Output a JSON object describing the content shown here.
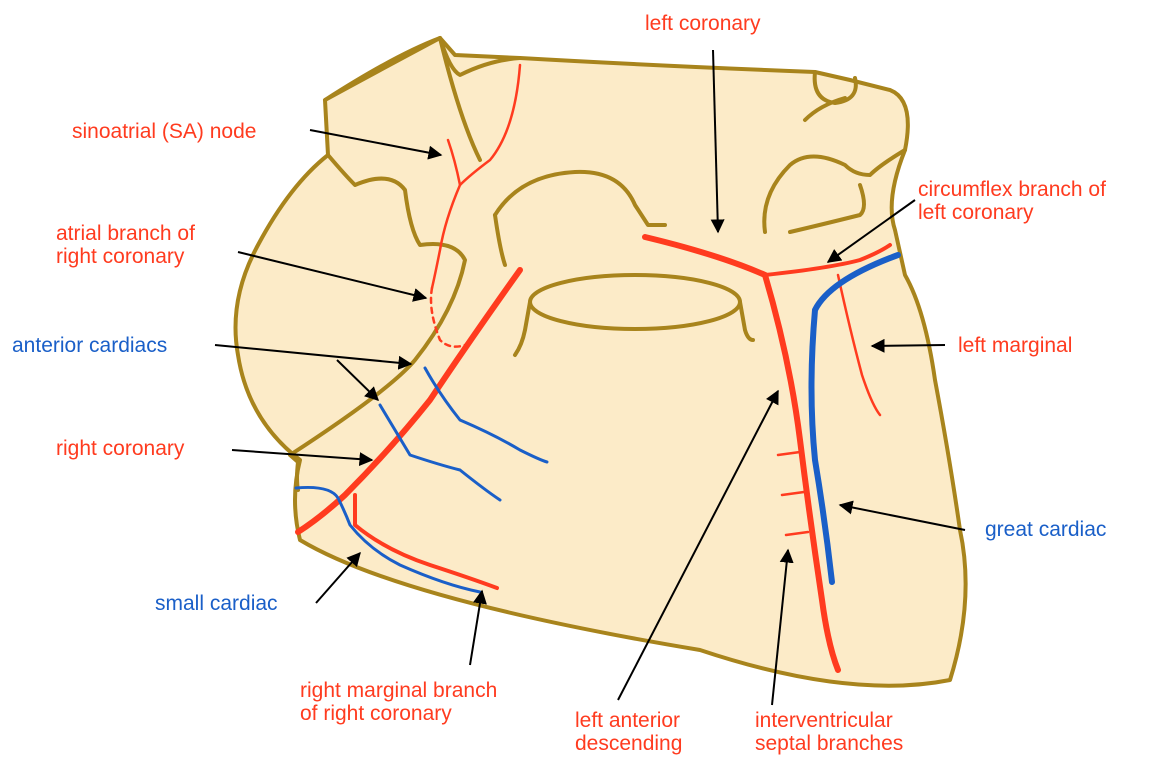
{
  "colors": {
    "artery": "#FF3B1F",
    "vein": "#1A5FC8",
    "outline": "#A8841C",
    "fill": "#FCEBC8",
    "pointer": "#000000"
  },
  "labels": {
    "sa_node": "sinoatrial (SA) node",
    "atrial_branch_1": "atrial branch of",
    "atrial_branch_2": "right coronary",
    "anterior_cardiacs": "anterior cardiacs",
    "right_coronary": "right coronary",
    "small_cardiac": "small cardiac",
    "right_marginal_1": "right marginal branch",
    "right_marginal_2": "of right coronary",
    "left_anterior_1": "left anterior",
    "left_anterior_2": "descending",
    "septal_1": "interventricular",
    "septal_2": "septal branches",
    "left_coronary": "left coronary",
    "circumflex_1": "circumflex branch of",
    "circumflex_2": "left coronary",
    "left_marginal": "left marginal",
    "great_cardiac": "great cardiac"
  }
}
